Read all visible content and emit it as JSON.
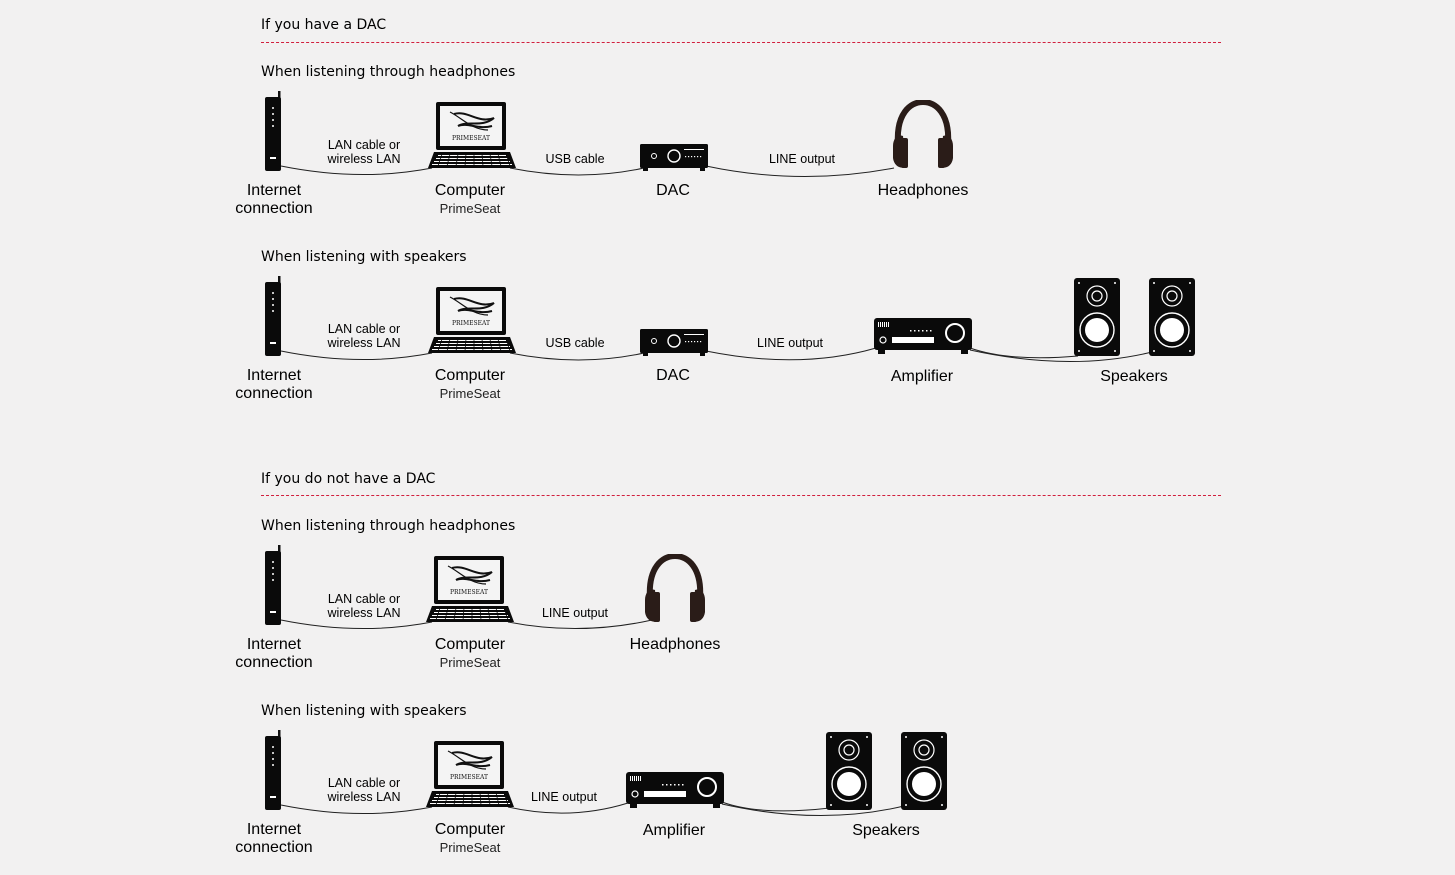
{
  "sections": [
    {
      "title": "If you have a DAC",
      "rows": [
        {
          "title": "When listening through headphones",
          "labels": {
            "router_1": "Internet",
            "router_2": "connection",
            "lan_1": "LAN cable or",
            "lan_2": "wireless LAN",
            "computer": "Computer",
            "computer_sub": "PrimeSeat",
            "usb": "USB cable",
            "dac": "DAC",
            "line": "LINE output",
            "headphones": "Headphones"
          }
        },
        {
          "title": "When listening with speakers",
          "labels": {
            "router_1": "Internet",
            "router_2": "connection",
            "lan_1": "LAN cable or",
            "lan_2": "wireless LAN",
            "computer": "Computer",
            "computer_sub": "PrimeSeat",
            "usb": "USB cable",
            "dac": "DAC",
            "line": "LINE output",
            "amplifier": "Amplifier",
            "speakers": "Speakers"
          }
        }
      ]
    },
    {
      "title": "If you do not have a DAC",
      "rows": [
        {
          "title": "When listening through headphones",
          "labels": {
            "router_1": "Internet",
            "router_2": "connection",
            "lan_1": "LAN cable or",
            "lan_2": "wireless LAN",
            "computer": "Computer",
            "computer_sub": "PrimeSeat",
            "line": "LINE output",
            "headphones": "Headphones"
          }
        },
        {
          "title": "When listening with speakers",
          "labels": {
            "router_1": "Internet",
            "router_2": "connection",
            "lan_1": "LAN cable or",
            "lan_2": "wireless LAN",
            "computer": "Computer",
            "computer_sub": "PrimeSeat",
            "line": "LINE output",
            "amplifier": "Amplifier",
            "speakers": "Speakers"
          }
        }
      ]
    }
  ],
  "laptop_logo_text": "PRIMESEAT",
  "colors": {
    "divider": "#d11f3e",
    "background": "#f2f1f1",
    "device": "#0a0a0a",
    "headphones": "#2a1c18"
  }
}
